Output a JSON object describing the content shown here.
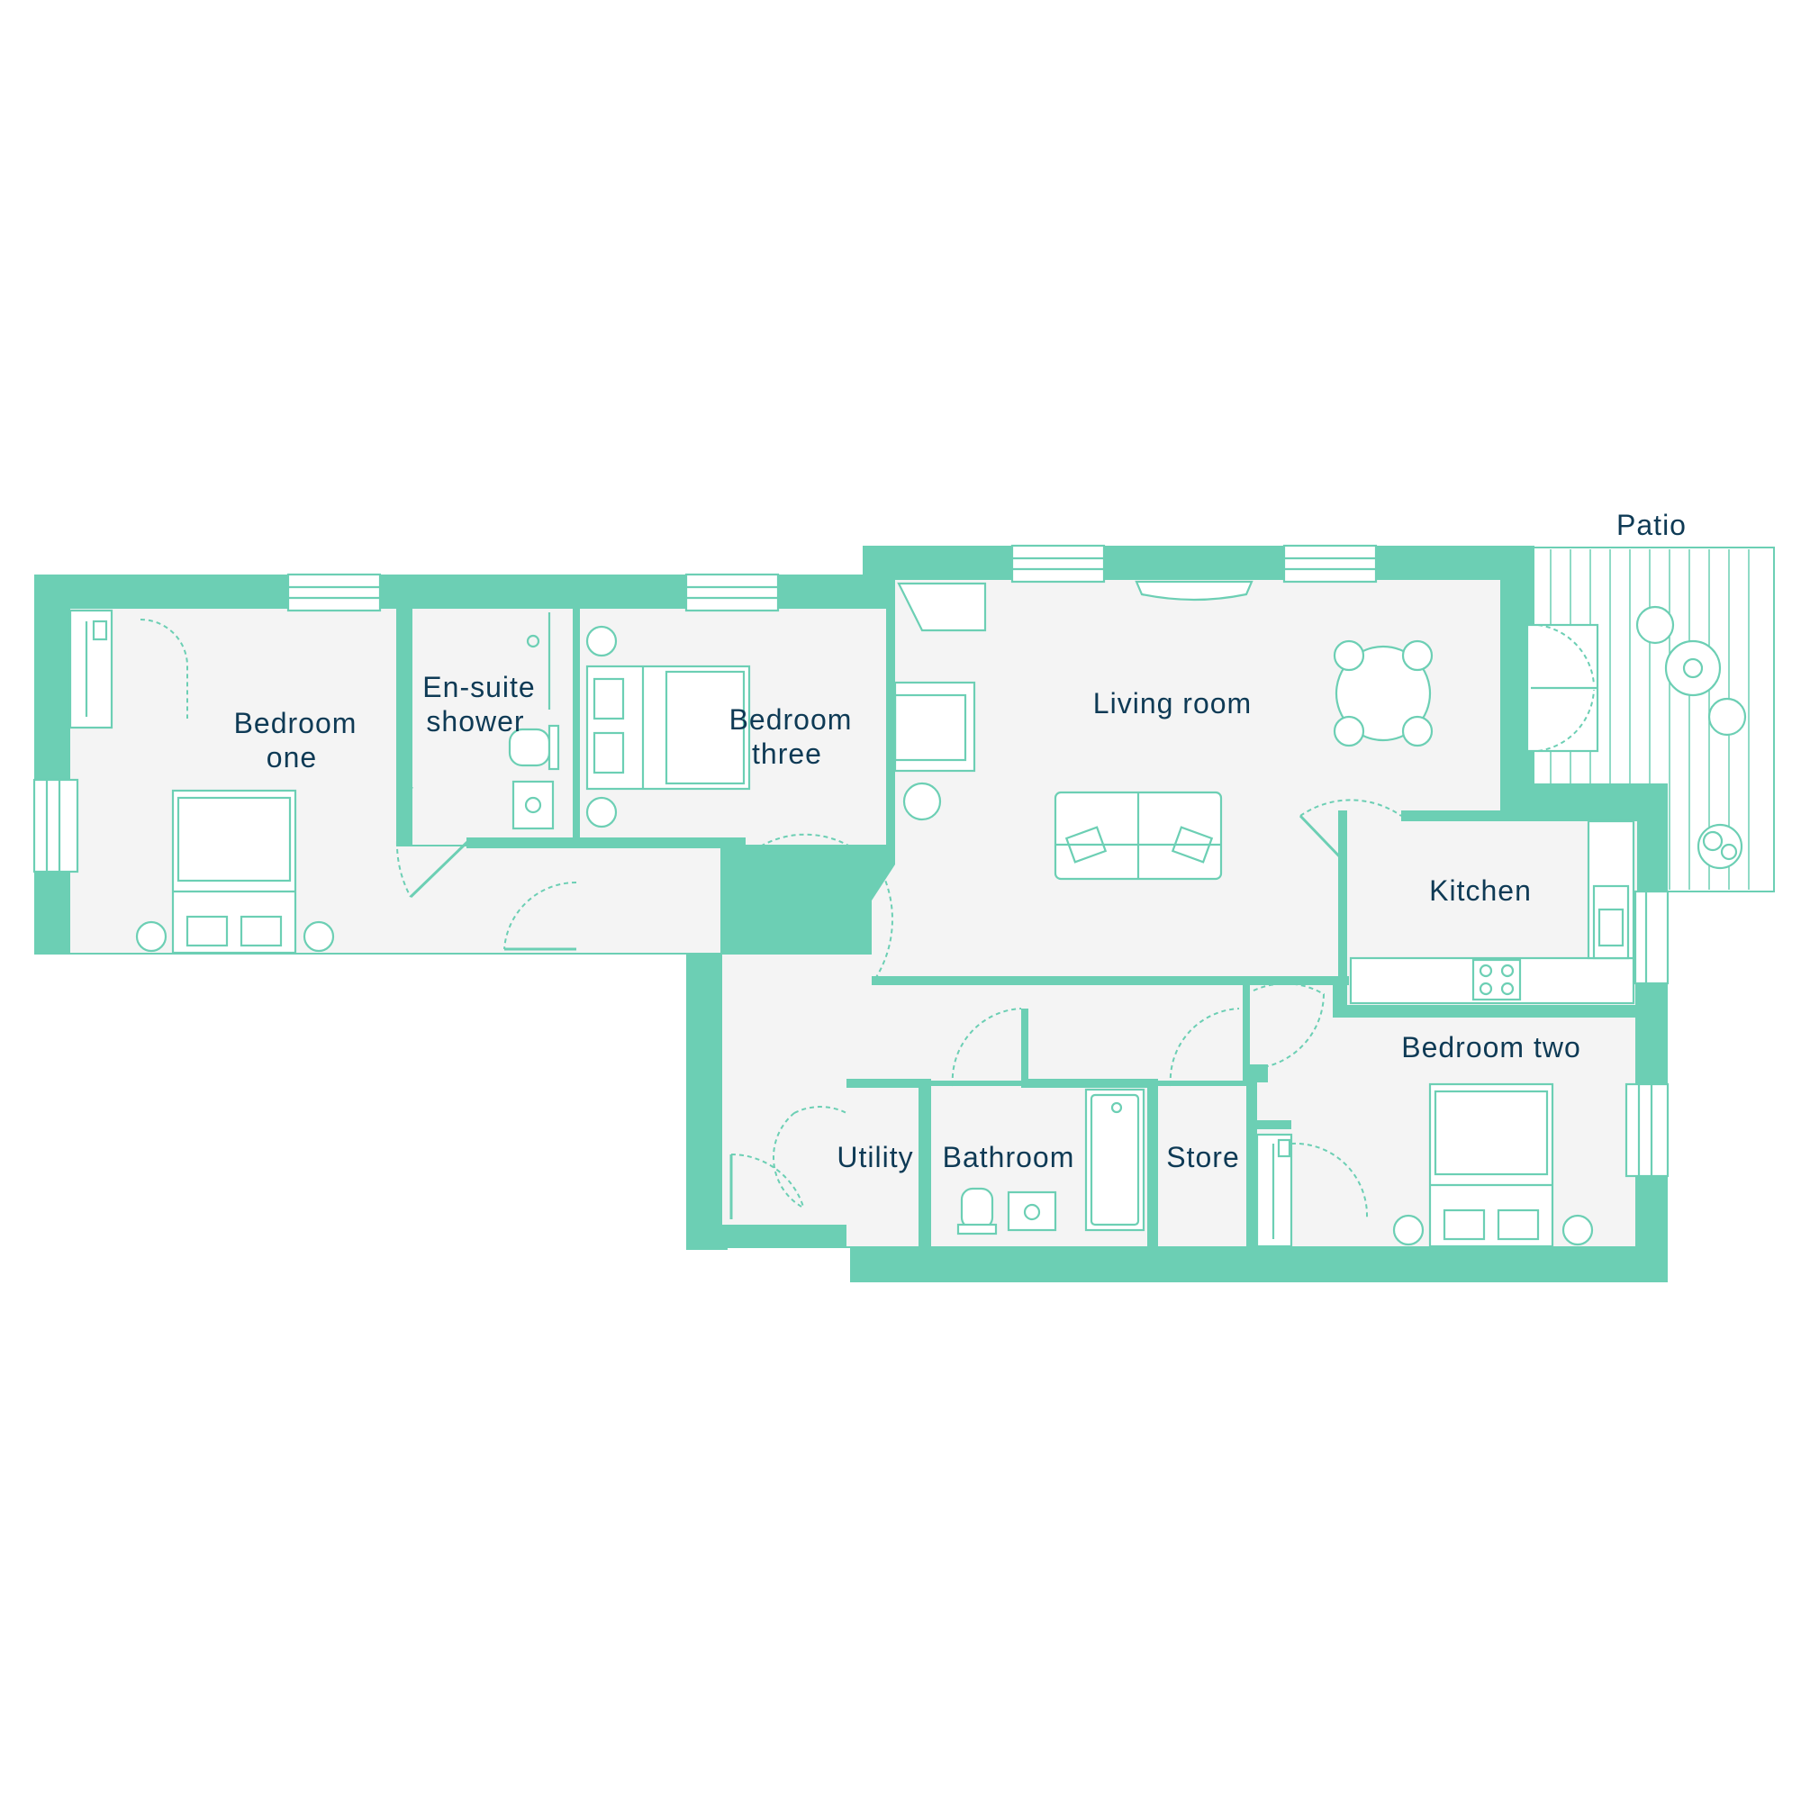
{
  "colors": {
    "wall": "#6ccfb4",
    "floor": "#f4f4f4",
    "label": "#0e3a55",
    "background": "#ffffff"
  },
  "rooms": {
    "bedroom_one": {
      "line1": "Bedroom",
      "line2": "one"
    },
    "ensuite": {
      "line1": "En-suite",
      "line2": "shower"
    },
    "bedroom_three": {
      "line1": "Bedroom",
      "line2": "three"
    },
    "living_room": "Living room",
    "kitchen": "Kitchen",
    "bedroom_two": "Bedroom two",
    "utility": "Utility",
    "bathroom": "Bathroom",
    "store": "Store",
    "patio": "Patio"
  },
  "icons": [
    "double-bed-icon",
    "wardrobe-icon",
    "lamp-icon",
    "toilet-icon",
    "sink-icon",
    "shower-icon",
    "bath-icon",
    "sofa-icon",
    "armchair-icon",
    "dining-table-icon",
    "hob-icon",
    "kitchen-sink-icon",
    "patio-table-icon",
    "plant-icon",
    "window-icon",
    "door-swing-icon"
  ]
}
